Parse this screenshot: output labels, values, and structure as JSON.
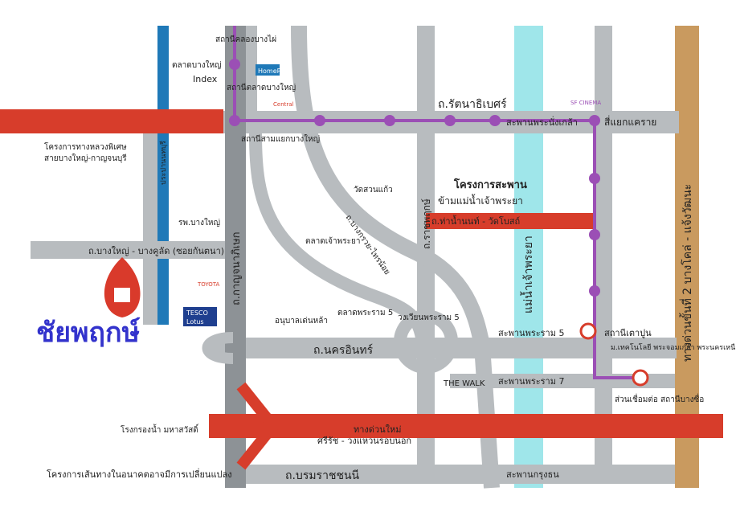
{
  "brand": {
    "name": "ชัยพฤกษ์",
    "color": "#3333cc",
    "marker_color": "#d93a2b"
  },
  "colors": {
    "road": "#b8bcbf",
    "road_dark": "#8d9296",
    "highway": "#d73d2b",
    "river": "#9fe6ea",
    "purple_line": "#9b4fb5",
    "blue_line": "#1f79b8",
    "tollway": "#c99a5f"
  },
  "roads": {
    "ratthanathibet": "ถ.รัตนาธิเบศร์",
    "kanchanaphisek": "ถ.กาญจนาภิเษก",
    "bangbuathong_pakkret": "ถ.บางกรวย-ไทรน้อย",
    "ratchaphruek": "ถ.ราชพฤกษ์",
    "nakhon_in": "ถ.นครอินทร์",
    "borommaratchachonnani": "ถ.บรมราชชนนี",
    "bangyai_bangkulat": "ถ.บางใหญ่ - บางคูลัด (ซอยกันตนา)",
    "tha_nam_non": "ถ.ท่าน้ำนนท์ - วัดโบสถ์",
    "prachaniwet": "ประปานนทบุรี",
    "tollway": "ทางด่วนขั้นที่ 2 บางโคล่ - แจ้งวัฒนะ",
    "river": "แม่น้ำเจ้าพระยา",
    "rama5_circle": "วงเวียนพระราม 5"
  },
  "bridges": {
    "phra_nang_klao": "สะพานพระนั่งเกล้า",
    "rama5": "สะพานพระราม 5",
    "rama7": "สะพานพระราม 7",
    "krung_thon": "สะพานกรุงธน",
    "sanyaek_khae_rai": "สี่แยกแคราย"
  },
  "stations": {
    "khlong_bang_phai": "สถานีคลองบางไผ่",
    "talat_bang_yai": "สถานีตลาดบางใหญ่",
    "sam_yaek_bang_yai": "สถานีสามแยกบางใหญ่",
    "tao_poon": "สถานีเตาปูน",
    "bang_sue_link": "ส่วนเชื่อมต่อ สถานีบางซื่อ"
  },
  "projects": {
    "motorway": "โครงการทางหลวงพิเศษ",
    "motorway_sub": "สายบางใหญ่-กาญจนบุรี",
    "bridge_title": "โครงการสะพาน",
    "bridge_sub": "ข้ามแม่น้ำเจ้าพระยา",
    "expressway": "ทางด่วนใหม่",
    "expressway_sub": "ศรีรัช - วงแหวนรอบนอก",
    "note": "โครงการเส้นทางในอนาคตอาจมีการเปลี่ยนแปลง"
  },
  "places": {
    "talat_bang_yai": "ตลาดบางใหญ่",
    "index": "Index",
    "wat_suan_kaew": "วัดสวนแก้ว",
    "talat_chao_phraya": "ตลาดเจ้าพระยา",
    "talat_phra_ram5": "ตลาดพระราม 5",
    "anuban_tennam": "อนุบาลเด่นหล้า",
    "bangyai_hospital": "รพ.บางใหญ่",
    "water_plant": "โรงกรองน้ำ มหาสวัสดิ์",
    "rmutsb": "ม.เทคโนโลยี พระจอมเกล้า พระนครเหนือ",
    "the_walk": "THE WALK",
    "homepro": "HomePro",
    "central": "Central",
    "tesco": "TESCO",
    "lotus": "Lotus",
    "toyota": "TOYOTA",
    "sf": "SF CINEMA"
  }
}
